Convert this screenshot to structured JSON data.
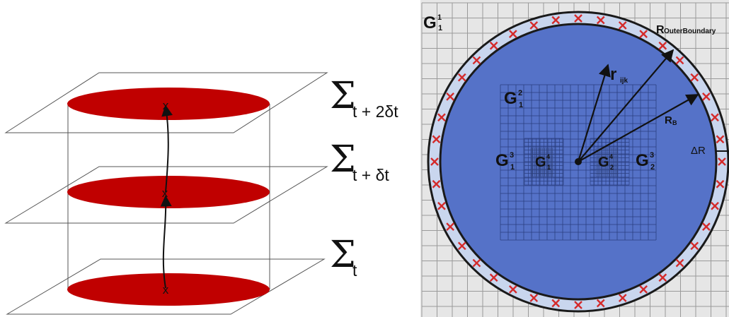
{
  "left_panel": {
    "slices": [
      {
        "sigma": "Σ",
        "subscript": "t + 2δt"
      },
      {
        "sigma": "Σ",
        "subscript": "t + δt"
      },
      {
        "sigma": "Σ",
        "subscript": "t"
      }
    ],
    "worldline_marker": "x"
  },
  "right_panel": {
    "cross_marker": "x",
    "labels": {
      "g_outer": {
        "base": "G",
        "sup": "1",
        "sub": "1"
      },
      "g_level2": {
        "base": "G",
        "sup": "2",
        "sub": "1"
      },
      "g_level3_left": {
        "base": "G",
        "sup": "3",
        "sub": "1"
      },
      "g_level4_left": {
        "base": "G",
        "sup": "4",
        "sub": "1"
      },
      "g_level4_right": {
        "base": "G",
        "sup": "4",
        "sub": "2"
      },
      "g_level3_right": {
        "base": "G",
        "sup": "3",
        "sub": "2"
      },
      "r_ijk": {
        "base": "r",
        "sub": "ijk"
      },
      "r_outer_boundary": {
        "base": "R",
        "sub": "OuterBoundary"
      },
      "r_b": {
        "base": "R",
        "sub": "B"
      },
      "delta_r": "ΔR"
    },
    "colors": {
      "disk_fill": "#5572c8",
      "disk_stroke": "#1a1a1a",
      "ring_fill": "#c9d6ee",
      "cross_color": "#d42a2a",
      "grid_color": "#9a9a9a",
      "background": "#e6e6e6"
    }
  },
  "left_colors": {
    "slice_fill": "#c00000",
    "plane_stroke": "#555555"
  }
}
